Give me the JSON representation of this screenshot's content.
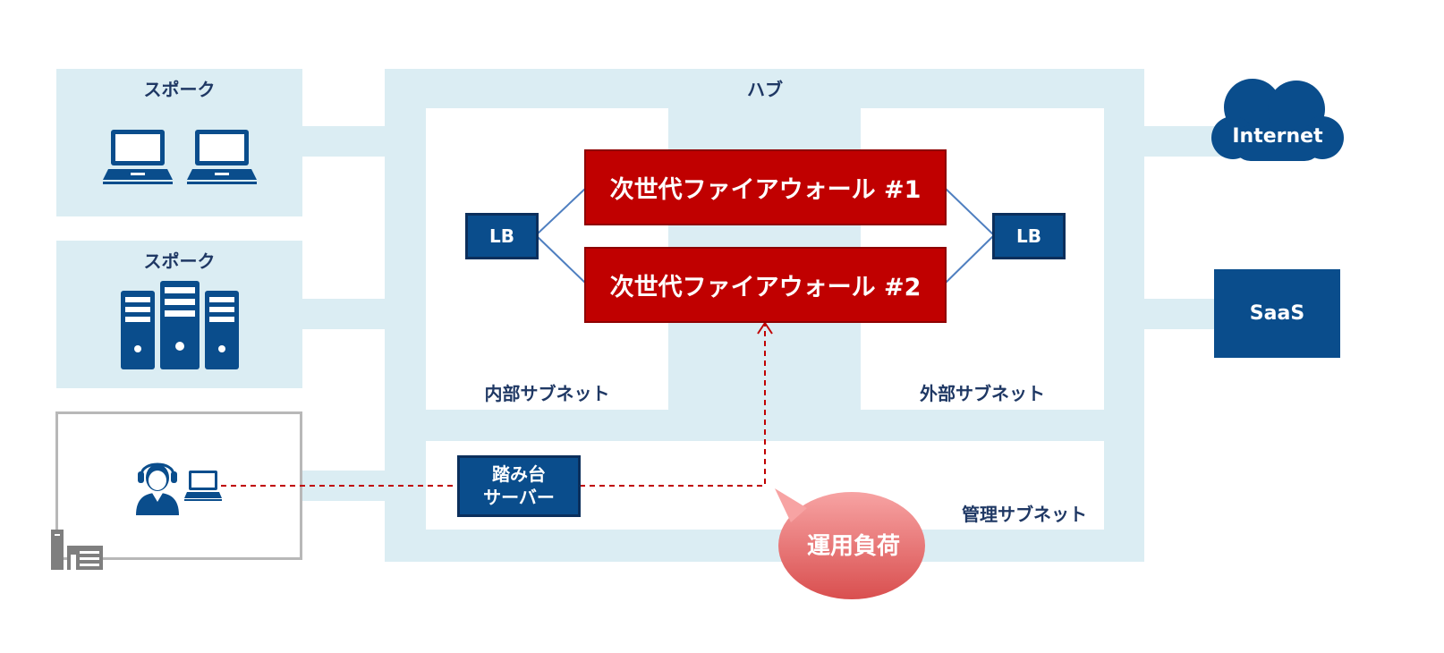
{
  "spoke_labels": [
    "スポーク",
    "スポーク"
  ],
  "hub_label": "ハブ",
  "internal_subnet_label": "内部サブネット",
  "external_subnet_label": "外部サブネット",
  "management_subnet_label": "管理サブネット",
  "firewalls": [
    "次世代ファイアウォール #1",
    "次世代ファイアウォール #2"
  ],
  "load_balancers": [
    "LB",
    "LB"
  ],
  "jump_server": {
    "line1": "踏み台",
    "line2": "サーバー"
  },
  "internet_label": "Internet",
  "saas_label": "SaaS",
  "callout_label": "運用負荷",
  "icons": [
    "laptop-icon",
    "laptop-icon",
    "server-rack-icon",
    "operator-headset-icon",
    "small-laptop-icon",
    "office-building-icon",
    "cloud-icon"
  ],
  "colors": {
    "hub_bg": "#dbedf3",
    "navy": "#0a4d8c",
    "firewall_red": "#c00000",
    "callout_pink": "#f28b8b",
    "label_text": "#1f3864",
    "dashed_red": "#c00000"
  }
}
